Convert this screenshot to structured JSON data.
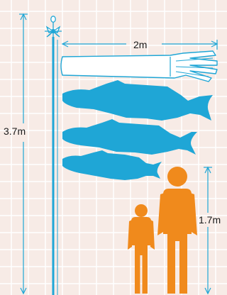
{
  "labels": {
    "pole_height": "3.7m",
    "streamer_length": "2m",
    "person_height": "1.7m"
  },
  "colors": {
    "background": "#f7ebe6",
    "grid": "#ffffff",
    "dimension_line": "#1fa6d6",
    "carp": "#1fa6d6",
    "pole": "#1fa6d6",
    "streamer": "#ffffff",
    "person": "#f08a1c"
  },
  "icons": [
    "pole-topper-icon",
    "carp-streamer-icon",
    "carp-icon",
    "person-icon"
  ]
}
